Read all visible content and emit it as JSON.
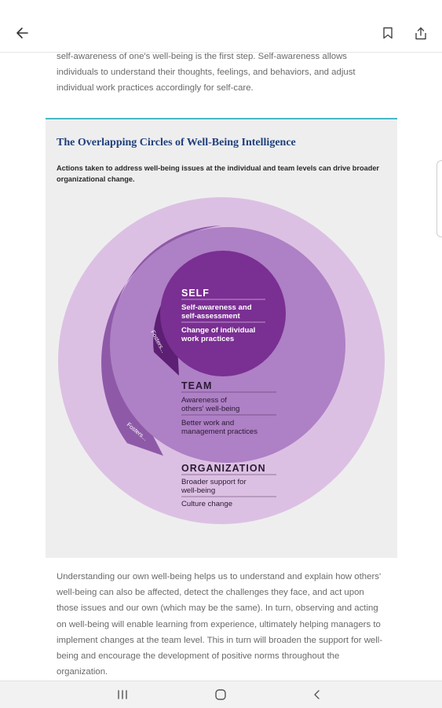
{
  "intro_paragraph": "self-awareness of one's well-being is the first step. Self-awareness allows individuals to understand their thoughts, feelings, and behaviors, and adjust individual work practices accordingly for self-care.",
  "figure": {
    "title": "The Overlapping Circles of Well-Being Intelligence",
    "subtitle": "Actions taken to address well-being issues at the individual and team levels can drive broader organizational change.",
    "fosters_label_inner": "Fosters...",
    "fosters_label_outer": "Fosters...",
    "self": {
      "heading": "SELF",
      "items": [
        "Self-awareness and self-assessment",
        "Change of individual work practices"
      ]
    },
    "team": {
      "heading": "TEAM",
      "items": [
        "Awareness of others' well-being",
        "Better work and management practices"
      ]
    },
    "organization": {
      "heading": "ORGANIZATION",
      "items": [
        "Broader support for well-being",
        "Culture change"
      ]
    },
    "colors": {
      "outer_circle": "#dcc0e3",
      "middle_circle": "#ae80c5",
      "inner_circle": "#7a2f93",
      "outer_arrow": "#8e5aa8",
      "inner_arrow": "#5c1f73",
      "accent_line": "#49b8c8",
      "title": "#1e3f7a"
    }
  },
  "body_paragraph": "Understanding our own well-being helps us to understand and explain how others' well-being can also be affected, detect the challenges they face, and act upon those issues and our own (which may be the same). In turn, observing and acting on well-being will enable learning from experience, ultimately helping managers to implement changes at the team level. This in turn will broaden the support for well-being and encourage the development of positive norms throughout the organization.",
  "icons": {
    "back": "arrow-left-icon",
    "bookmark": "bookmark-icon",
    "share": "share-icon",
    "recents": "recent-apps-icon",
    "home": "home-icon",
    "nav_back": "chevron-left-icon"
  }
}
